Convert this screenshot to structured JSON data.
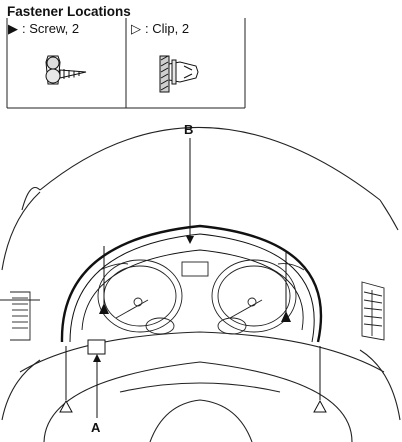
{
  "title": "Fastener Locations",
  "legend": [
    {
      "symbol": "▶",
      "text": ": Screw, 2",
      "icon": "filled-triangle-icon"
    },
    {
      "symbol": "▷",
      "text": ": Clip, 2",
      "icon": "outline-triangle-icon"
    }
  ],
  "callouts": {
    "a": "A",
    "b": "B"
  }
}
